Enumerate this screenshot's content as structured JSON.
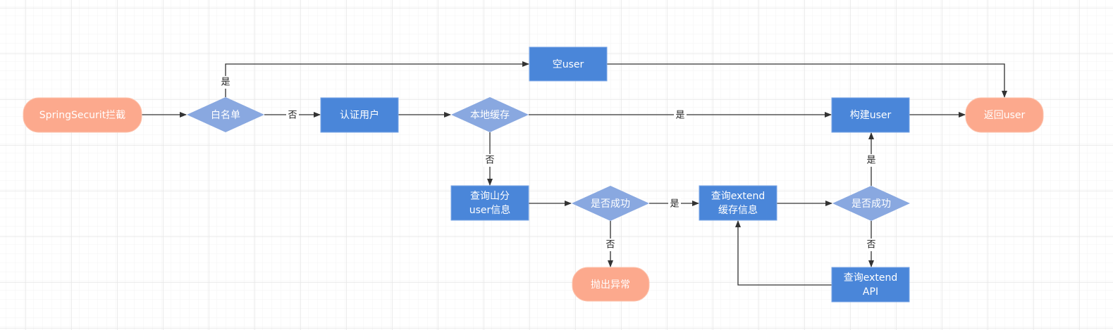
{
  "colors": {
    "terminal": "#FCA98D",
    "process": "#4A86D9",
    "decision": "#89A8E0",
    "edge": "#333333",
    "grid": "#EEEEEE"
  },
  "nodes": {
    "start": "SpringSecurit拦截",
    "whitelist": "白名单",
    "auth_user": "认证用户",
    "empty_user": "空user",
    "local_cache": "本地缓存",
    "build_user": "构建user",
    "return_user": "返回user",
    "query_user": [
      "查询山分",
      "user信息"
    ],
    "success1": "是否成功",
    "throw": "抛出异常",
    "query_extend_cache": [
      "查询extend",
      "缓存信息"
    ],
    "success2": "是否成功",
    "query_extend_api": [
      "查询extend",
      "API"
    ]
  },
  "edge_labels": {
    "whitelist_yes": "是",
    "whitelist_no": "否",
    "cache_yes": "是",
    "cache_no": "否",
    "success1_yes": "是",
    "success1_no": "否",
    "success2_yes": "是",
    "success2_no": "否"
  }
}
